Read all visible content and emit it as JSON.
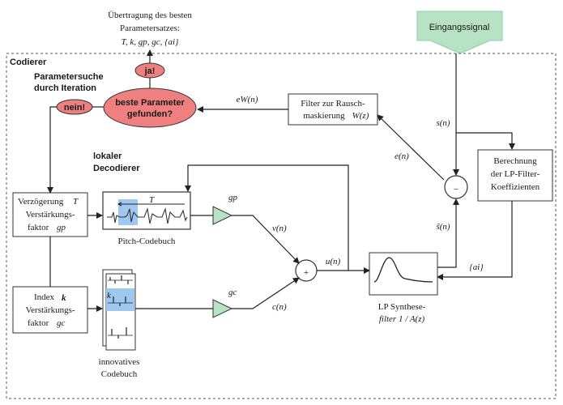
{
  "header": {
    "transfer_line1": "Übertragung des besten",
    "transfer_line2": "Parametersatzes:",
    "transfer_params": "T, k, gp, gc, {ai}"
  },
  "input_signal": {
    "label": "Eingangssignal",
    "color": "#b5e3c4"
  },
  "coder": {
    "title": "Codierer"
  },
  "iteration": {
    "line1": "Parametersuche",
    "line2": "durch Iteration"
  },
  "decision": {
    "line1": "beste Parameter",
    "line2": "gefunden?",
    "yes": "ja!",
    "no": "nein!",
    "color": "#f08080"
  },
  "decoder": {
    "line1": "lokaler",
    "line2": "Decodierer"
  },
  "filter_noise": {
    "line1": "Filter zur Rausch-",
    "line2": "maskierung",
    "func": "W(z)"
  },
  "lp_calc": {
    "line1": "Berechnung",
    "line2": "der LP-Filter-",
    "line3": "Koeffizienten"
  },
  "delay_gain": {
    "line1": "Verzögerung",
    "var1": "T",
    "line2": "Verstärkungs-",
    "line3": "faktor",
    "var3": "gp"
  },
  "index_gain": {
    "line1": "Index",
    "var1": "k",
    "line2": "Verstärkungs-",
    "line3": "faktor",
    "var3": "gc"
  },
  "pitch_codebook": {
    "label": "Pitch-Codebuch",
    "t_mark": "T",
    "highlight": "#9ec8ee"
  },
  "innovative_codebook": {
    "line1": "innovatives",
    "line2": "Codebuch",
    "k_mark": "k"
  },
  "gains": {
    "gp": "gp",
    "gc": "gc"
  },
  "lp_synth": {
    "line1": "LP Synthese-",
    "line2": "filter 1 / A(z)"
  },
  "signals": {
    "ew": "eW(n)",
    "e": "e(n)",
    "s": "s(n)",
    "s_hat": "ŝ(n)",
    "v": "v(n)",
    "c": "c(n)",
    "u": "u(n)",
    "ai": "{ai}"
  },
  "operators": {
    "plus": "+",
    "minus": "−"
  }
}
